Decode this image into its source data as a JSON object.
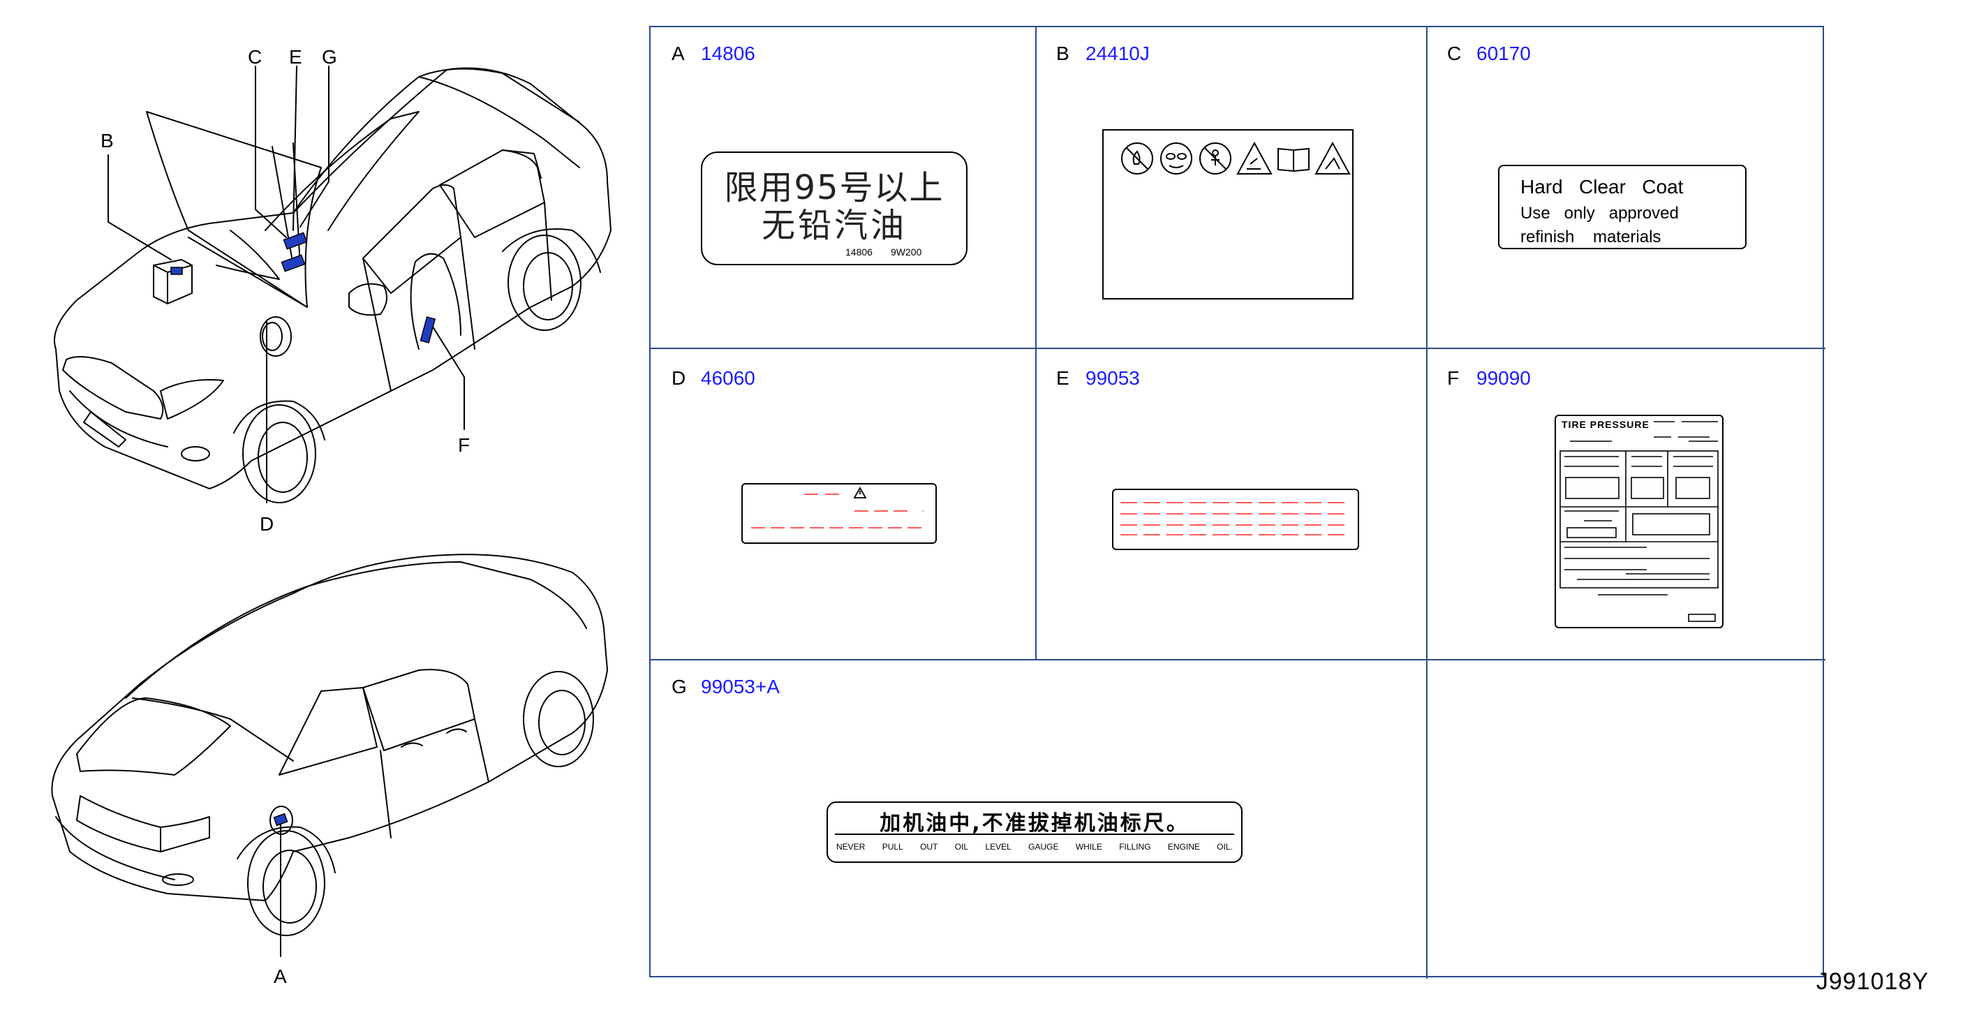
{
  "callouts": {
    "b": "B",
    "c": "C",
    "e": "E",
    "g": "G",
    "d": "D",
    "f": "F",
    "a": "A"
  },
  "cells": [
    {
      "letter": "A",
      "part": "14806"
    },
    {
      "letter": "B",
      "part": "24410J"
    },
    {
      "letter": "C",
      "part": "60170"
    },
    {
      "letter": "D",
      "part": "46060"
    },
    {
      "letter": "E",
      "part": "99053"
    },
    {
      "letter": "F",
      "part": "99090"
    },
    {
      "letter": "G",
      "part": "99053+A"
    }
  ],
  "labels": {
    "a": {
      "line1": "限用95号以上",
      "line2": "无铅汽油",
      "code1": "14806",
      "code2": "9W200"
    },
    "c": {
      "line1": "Hard   Clear   Coat",
      "line2": "Use   only   approved",
      "line3": "refinish    materials"
    },
    "f": {
      "title": "TIRE PRESSURE"
    },
    "g": {
      "line1": "加机油中,不准拔掉机油标尺。",
      "words": [
        "NEVER",
        "PULL",
        "OUT",
        "OIL",
        "LEVEL",
        "GAUGE",
        "WHILE",
        "FILLING",
        "ENGINE",
        "OIL."
      ]
    }
  },
  "colors": {
    "accent_blue": "#1a1aff",
    "grid_line": "#2b4a8c",
    "sticker_blue": "#1f3fbf",
    "dash_red": "#ff5a5a"
  },
  "drawing_code": "J991018Y"
}
